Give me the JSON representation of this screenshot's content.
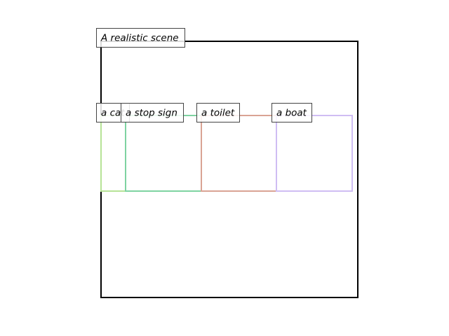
{
  "scene": {
    "caption": "A realistic scene"
  },
  "objects": [
    {
      "label": "a cat",
      "color": "#b6e396"
    },
    {
      "label": "a stop sign",
      "color": "#7ed3a1"
    },
    {
      "label": "a toilet",
      "color": "#d9a394"
    },
    {
      "label": "a boat",
      "color": "#cfbdf3"
    }
  ],
  "style": {
    "frame_color": "#000000",
    "label_box_border": "#444444",
    "label_box_fill": "#ffffff"
  }
}
